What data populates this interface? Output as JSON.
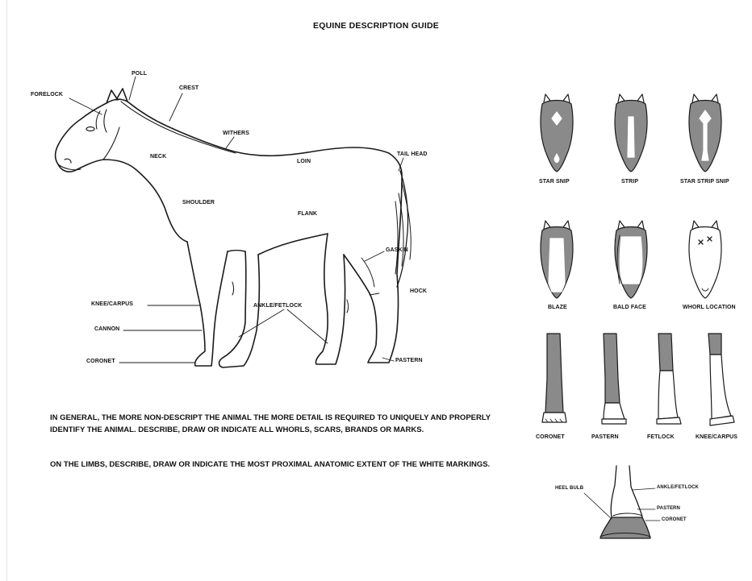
{
  "title": "EQUINE DESCRIPTION GUIDE",
  "horse_labels": {
    "poll": "POLL",
    "forelock": "FORELOCK",
    "crest": "CREST",
    "withers": "WITHERS",
    "neck": "NECK",
    "loin": "LOIN",
    "tail_head": "TAIL HEAD",
    "shoulder": "SHOULDER",
    "flank": "FLANK",
    "gaskin": "GASKIN",
    "hock": "HOCK",
    "knee_carpus": "KNEE/CARPUS",
    "ankle_fetlock": "ANKLE/FETLOCK",
    "cannon": "CANNON",
    "coronet": "CORONET",
    "pastern": "PASTERN"
  },
  "face_markings": [
    "STAR SNIP",
    "STRIP",
    "STAR STRIP  SNIP",
    "BLAZE",
    "BALD FACE",
    "WHORL LOCATION"
  ],
  "leg_markings": [
    "CORONET",
    "PASTERN",
    "FETLOCK",
    "KNEE/CARPUS"
  ],
  "hoof_labels": {
    "heel_bulb": "HEEL BULB",
    "ankle_fetlock": "ANKLE/FETLOCK",
    "pastern": "PASTERN",
    "coronet": "CORONET"
  },
  "notes": [
    "IN GENERAL, THE MORE NON-DESCRIPT THE ANIMAL THE MORE DETAIL IS REQUIRED TO UNIQUELY AND PROPERLY IDENTIFY THE ANIMAL.  DESCRIBE, DRAW OR INDICATE ALL WHORLS, SCARS, BRANDS OR MARKS.",
    "ON THE LIMBS,  DESCRIBE, DRAW OR INDICATE  THE MOST PROXIMAL ANATOMIC EXTENT OF THE WHITE MARKINGS."
  ]
}
